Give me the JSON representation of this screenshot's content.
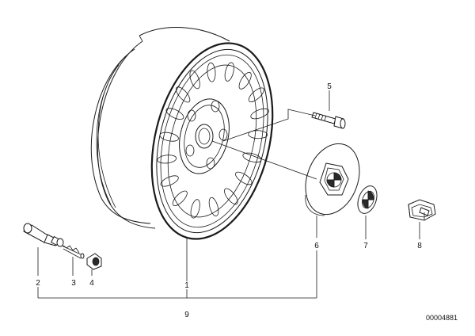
{
  "diagram": {
    "callouts": {
      "part_1": "1",
      "part_2": "2",
      "part_3": "3",
      "part_4": "4",
      "part_5": "5",
      "part_6": "6",
      "part_7": "7",
      "part_8": "8",
      "part_9": "9"
    },
    "document_number": "00004881",
    "colors": {
      "line": "#1a1a1a",
      "background": "#ffffff"
    }
  }
}
